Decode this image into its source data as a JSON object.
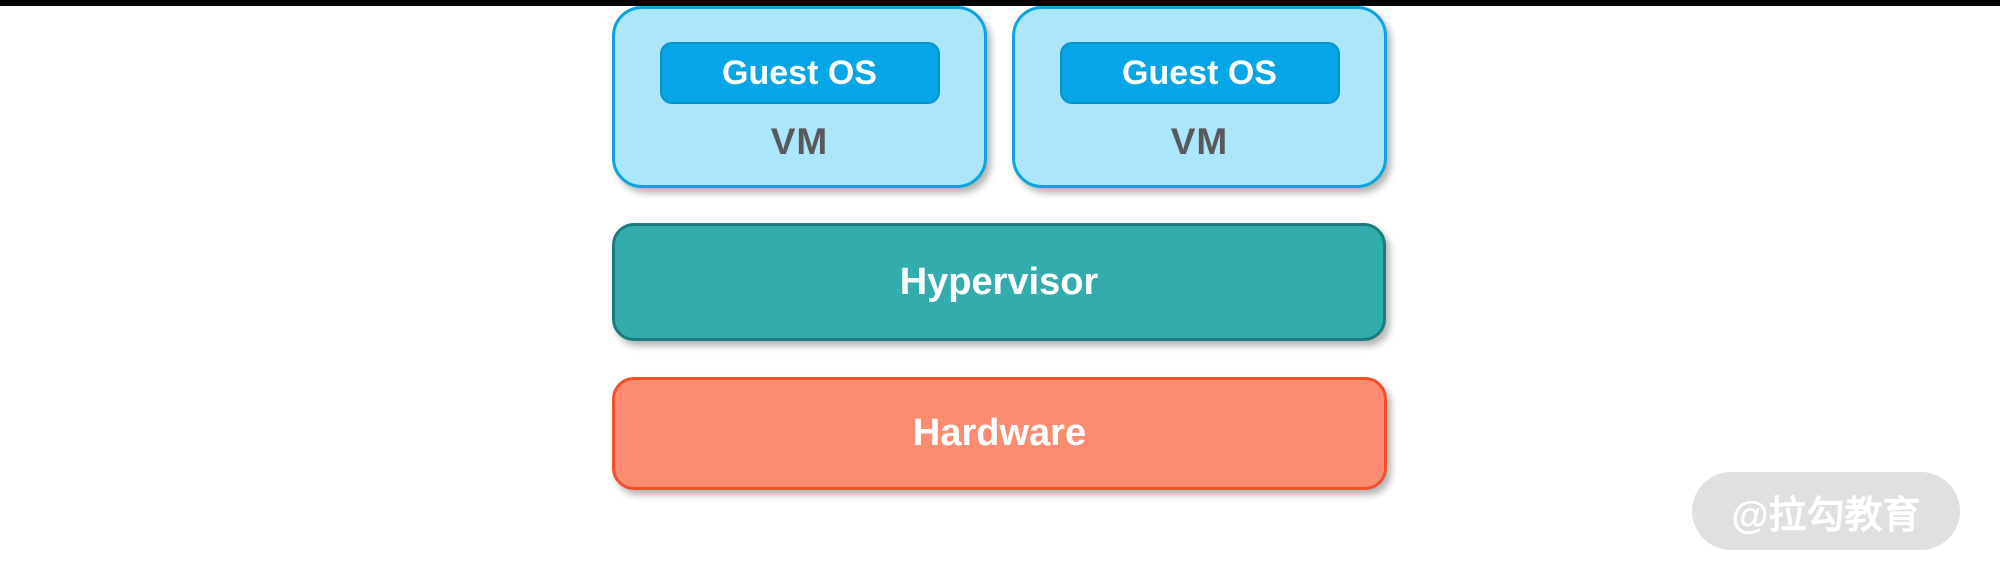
{
  "diagram": {
    "title_semantic": "Hypervisor virtualization architecture",
    "vms": [
      {
        "guest_label": "Guest OS",
        "vm_label": "VM"
      },
      {
        "guest_label": "Guest OS",
        "vm_label": "VM"
      }
    ],
    "hypervisor_label": "Hypervisor",
    "hardware_label": "Hardware"
  },
  "watermark": {
    "text": "@拉勾教育"
  },
  "colors": {
    "top_bar": "#000000",
    "vm_fill": "#ACE6FB",
    "vm_border": "#0BA3E2",
    "guest_os_fill": "#04A6E8",
    "guest_os_border": "#0792CD",
    "vm_text": "#58595B",
    "hypervisor_fill": "#32ACAD",
    "hypervisor_border": "#1A7C7E",
    "hardware_fill": "#FB8C70",
    "hardware_border": "#F3502A",
    "watermark_bg": "#E0E0E0",
    "watermark_text": "#FFFFFF"
  }
}
